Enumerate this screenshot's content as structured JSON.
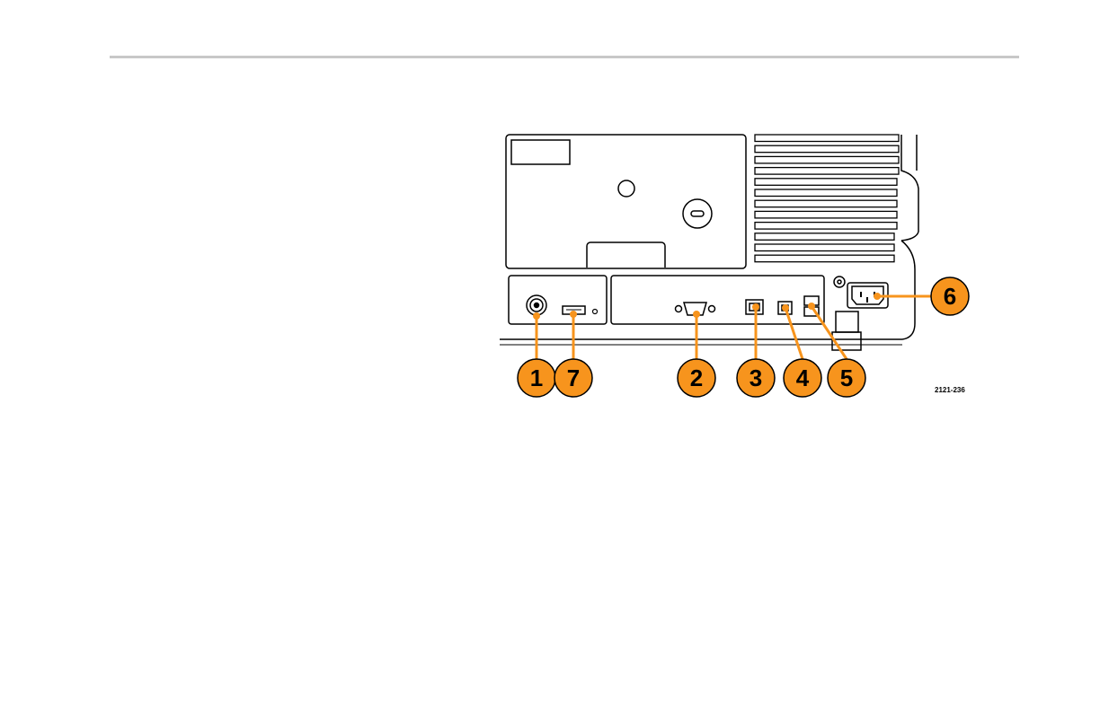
{
  "colors": {
    "callout_fill": "#f7941d",
    "line": "#000000",
    "rule": "#c8c8c8"
  },
  "callouts": [
    {
      "label": "1",
      "target": "bnc-connector"
    },
    {
      "label": "7",
      "target": "hdmi-port"
    },
    {
      "label": "2",
      "target": "vga-port"
    },
    {
      "label": "3",
      "target": "lan-port"
    },
    {
      "label": "4",
      "target": "usb-device-port"
    },
    {
      "label": "5",
      "target": "usb-host-ports"
    },
    {
      "label": "6",
      "target": "power-inlet"
    }
  ],
  "figure_id": "2121-236",
  "icons": [
    "bnc-connector-icon",
    "hdmi-port-icon",
    "vga-port-icon",
    "lan-port-icon",
    "usb-device-port-icon",
    "usb-host-ports-icon",
    "power-inlet-icon",
    "ground-screw-icon"
  ]
}
